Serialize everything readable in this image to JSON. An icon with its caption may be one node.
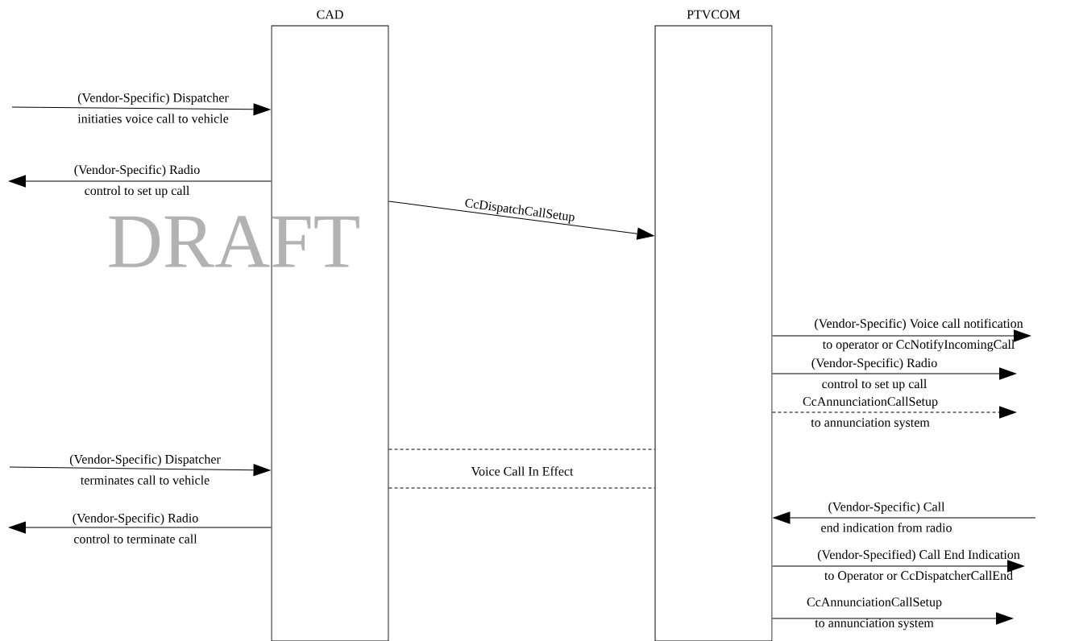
{
  "diagram": {
    "nodes": [
      {
        "text": [
          "CAD"
        ]
      },
      {
        "text": [
          "PTVCOM"
        ]
      }
    ],
    "edges": [
      {
        "from": null,
        "to": 0,
        "arrow": "to",
        "label": "(Vendor-Specific) Dispatcher initiaties voice call to vehicle"
      },
      {
        "from": 0,
        "to": null,
        "arrow": "to",
        "label": "(Vendor-Specific) Radio control to set up call"
      },
      {
        "from": 0,
        "to": 1,
        "arrow": "to",
        "label": "CcDispatchCallSetup"
      },
      {
        "from": 1,
        "to": null,
        "arrow": "to",
        "label": "(Vendor-Specific) Voice call notification to operator or CcNotifyIncomingCall"
      },
      {
        "from": 1,
        "to": null,
        "arrow": "to",
        "label": "(Vendor-Specific) Radio control to set up call"
      },
      {
        "from": 1,
        "to": null,
        "arrow": "to",
        "style": "dashed",
        "label": "CcAnnunciationCallSetup to annunciation system"
      },
      {
        "from": null,
        "to": 0,
        "arrow": "to",
        "label": "(Vendor-Specific) Dispatcher terminates call to vehicle"
      },
      {
        "from": 0,
        "to": 1,
        "arrow": "none",
        "style": "dashed",
        "label": "Voice Call In Effect"
      },
      {
        "from": 0,
        "to": 1,
        "arrow": "none",
        "style": "dashed"
      },
      {
        "from": 0,
        "to": null,
        "arrow": "to",
        "label": "(Vendor-Specific) Radio control to terminate call"
      },
      {
        "from": null,
        "to": 1,
        "arrow": "to",
        "label": "(Vendor-Specific) Call end indication from radio"
      },
      {
        "from": 1,
        "to": null,
        "arrow": "to",
        "label": "(Vendor-Specified) Call End Indication to Operator or CcDispatcherCallEnd"
      },
      {
        "from": 1,
        "to": null,
        "arrow": "to",
        "label": "CcAnnunciationCallSetup to annunciation system"
      }
    ],
    "labels": [
      "DRAFT"
    ]
  }
}
